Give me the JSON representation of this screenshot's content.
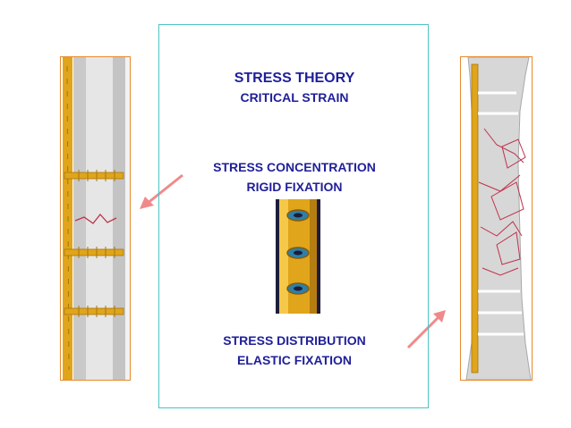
{
  "center": {
    "title": "STRESS THEORY",
    "subtitle": "CRITICAL STRAIN",
    "concentration": "STRESS CONCENTRATION",
    "rigid": "RIGID FIXATION",
    "distribution": "STRESS DISTRIBUTION",
    "elastic": "ELASTIC FIXATION"
  },
  "colors": {
    "text": "#1f1f9a",
    "box_border": "#4ec3c3",
    "panel_border": "#e8892b",
    "plate": "#e0a51a",
    "crack": "#c0304a",
    "arrow": "#f08a8a"
  }
}
